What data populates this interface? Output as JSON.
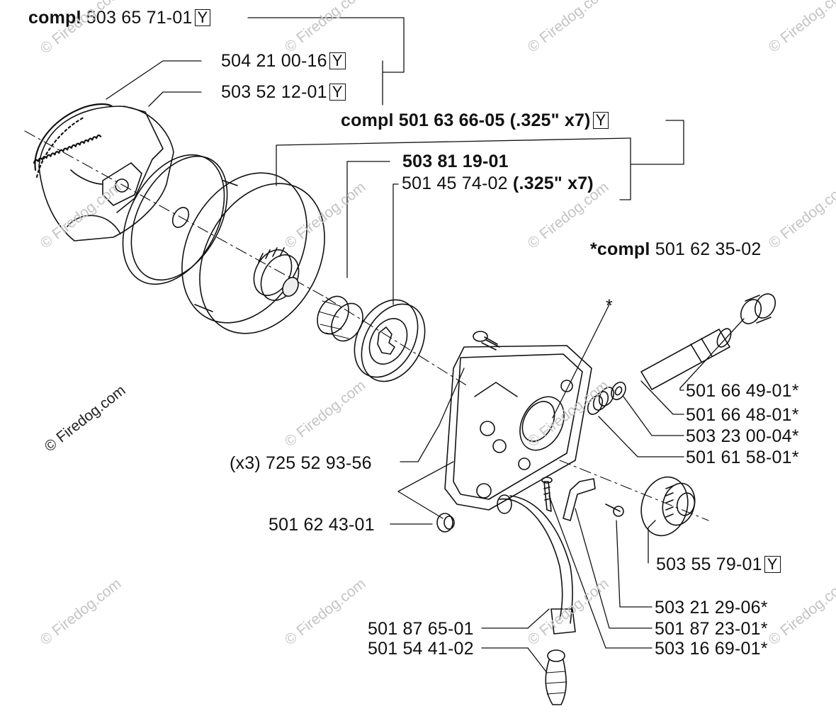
{
  "watermarks": {
    "brand": "© Firedog.com",
    "site": "Firedog.com"
  },
  "labels": {
    "compl_main": {
      "prefix": "compl",
      "number": "503 65 71-01",
      "flag": "Y"
    },
    "clutch_spring": {
      "number": "504 21 00-16",
      "flag": "Y"
    },
    "clutch_cover": {
      "number": "503 52 12-01",
      "flag": "Y"
    },
    "drum_kit": {
      "text": "compl 501 63 66-05 (.325\" x7)",
      "flag": "Y"
    },
    "needle_bearing": {
      "text": "503 81 19-01"
    },
    "rim": {
      "number": "501 45 74-02",
      "suffix": "(.325\" x7)"
    },
    "oil_pump": {
      "prefix": "*compl",
      "number": "501 62 35-02"
    },
    "asterisk": "*",
    "p1": "501 66 49-01*",
    "p2": "501 66 48-01*",
    "p3": "503 23 00-04*",
    "p4": "501 61 58-01*",
    "screws": "(x3) 725 52 93-56",
    "nut": "501 62 43-01",
    "adjuster": {
      "number": "503 55 79-01",
      "flag": "Y"
    },
    "p5": "503 21 29-06*",
    "p6": "501 87 23-01*",
    "p7": "503 16 69-01*",
    "hose": "501 87 65-01",
    "filter": "501 54 41-02"
  }
}
